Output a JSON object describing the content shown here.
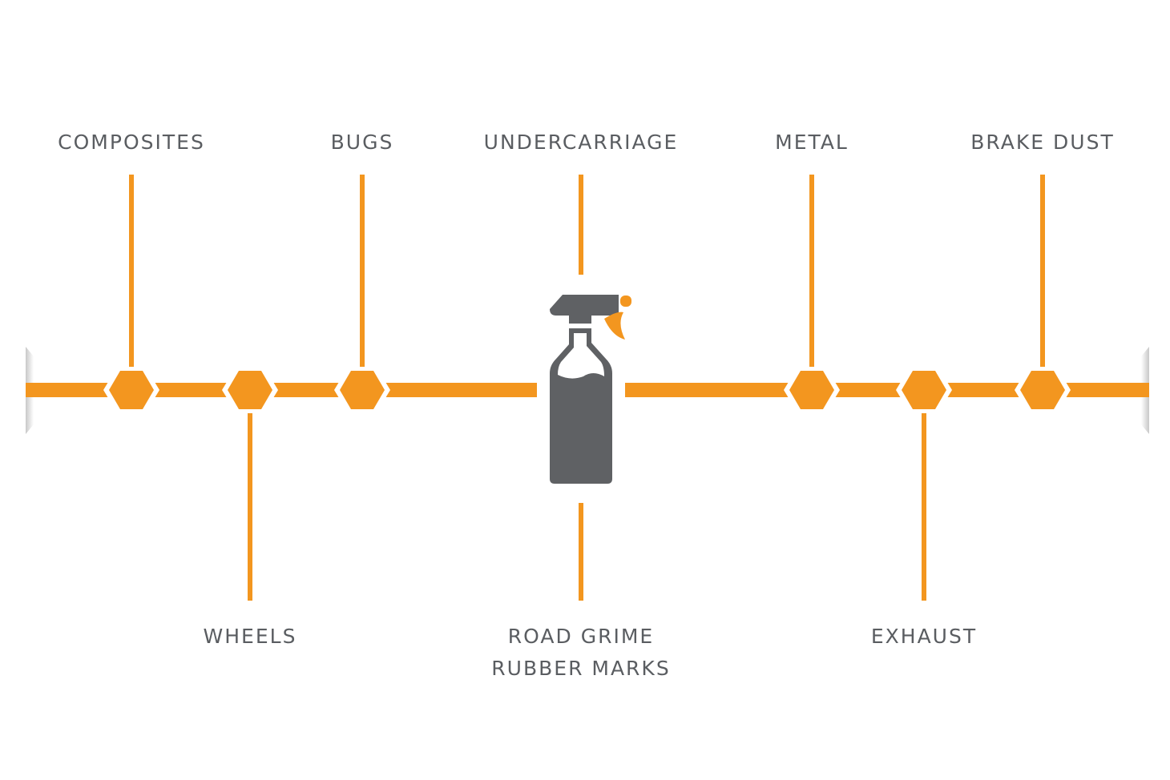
{
  "colors": {
    "accent": "#f3961f",
    "bottle": "#5f6164",
    "text": "#5a5d61"
  },
  "center_icon": "spray-bottle-icon",
  "nodes": [
    {
      "id": "composites",
      "labels": [
        "COMPOSITES"
      ],
      "side": "top"
    },
    {
      "id": "wheels",
      "labels": [
        "WHEELS"
      ],
      "side": "bottom"
    },
    {
      "id": "bugs",
      "labels": [
        "BUGS"
      ],
      "side": "top"
    },
    {
      "id": "metal",
      "labels": [
        "METAL"
      ],
      "side": "top"
    },
    {
      "id": "exhaust",
      "labels": [
        "EXHAUST"
      ],
      "side": "bottom"
    },
    {
      "id": "brake-dust",
      "labels": [
        "BRAKE DUST"
      ],
      "side": "top"
    }
  ],
  "center": {
    "top_labels": [
      "UNDERCARRIAGE"
    ],
    "bottom_labels": [
      "ROAD GRIME",
      "RUBBER MARKS"
    ]
  }
}
